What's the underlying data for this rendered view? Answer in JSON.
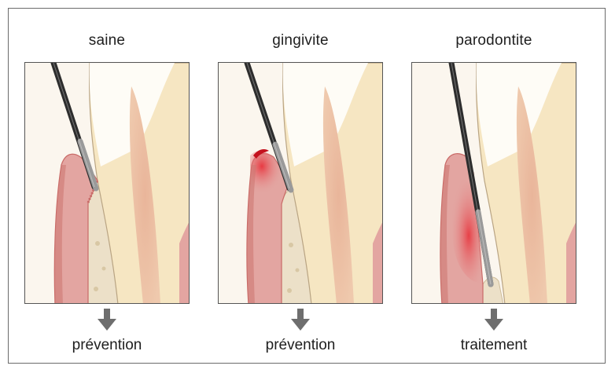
{
  "panels": [
    {
      "title": "saine",
      "caption": "prévention",
      "state": "healthy"
    },
    {
      "title": "gingivite",
      "caption": "prévention",
      "state": "gingivitis"
    },
    {
      "title": "parodontite",
      "caption": "traitement",
      "state": "periodontitis"
    }
  ],
  "colors": {
    "gum": "#e3a5a1",
    "gum_dark": "#c96a67",
    "inflammation": "#e8343d",
    "bone": "#ece0c8",
    "enamel": "#ffffff",
    "dentin": "#f6e6c2",
    "pulp": "#e9bea1",
    "probe": "#2d2d2d",
    "arrow": "#6e6e6e"
  },
  "icons": {
    "arrow": "arrow-down-icon",
    "probe": "periodontal-probe-icon"
  }
}
